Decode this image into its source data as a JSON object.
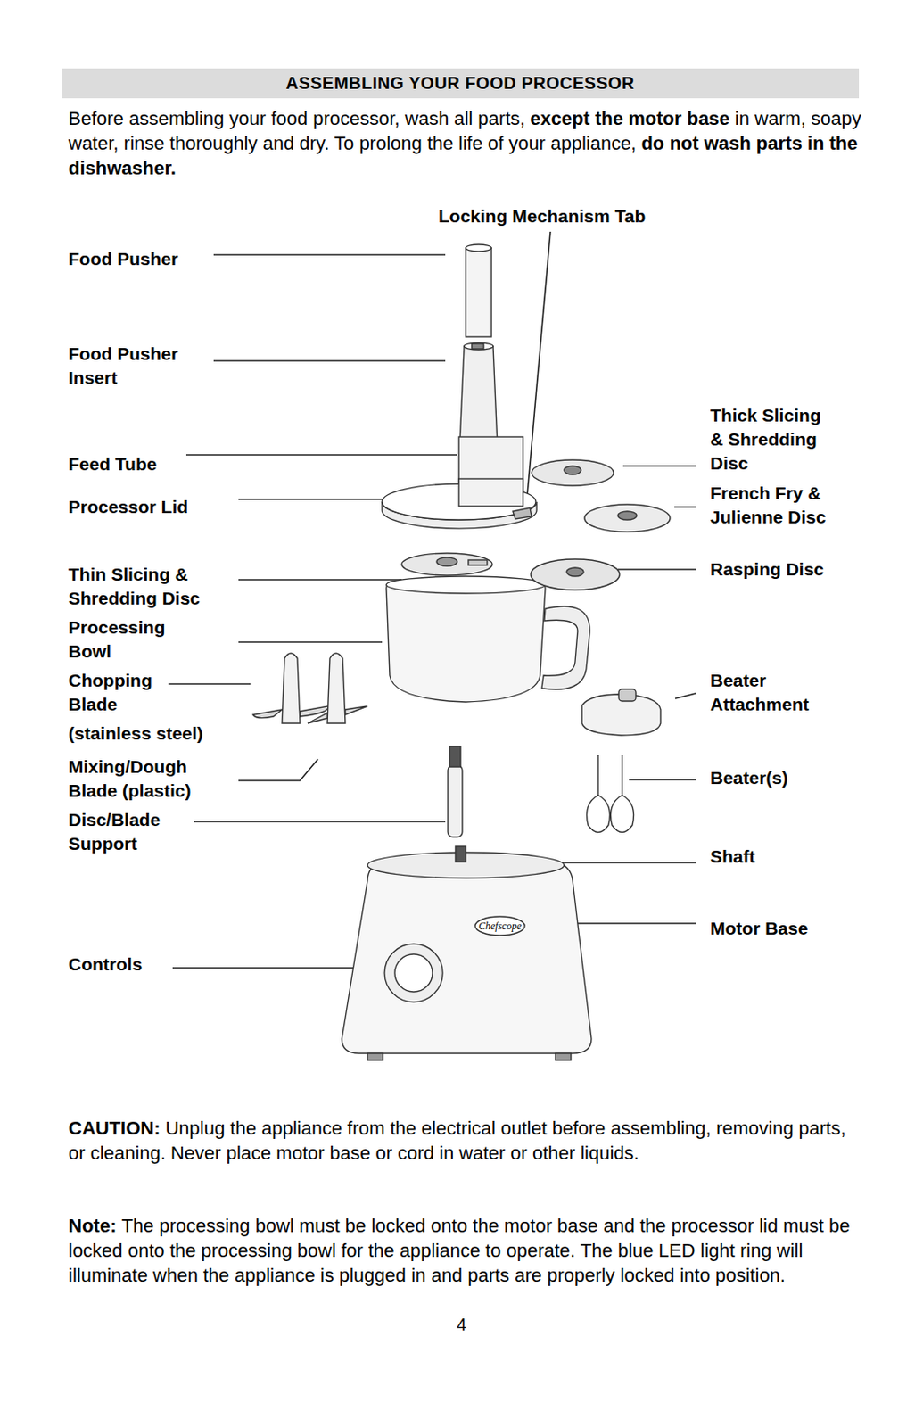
{
  "diagram": {
    "title": "ASSEMBLING YOUR FOOD PROCESSOR",
    "labels": [
      "Before assembling your food processor, wash all parts,",
      "except the motor base",
      "in warm, soapy water, rinse thoroughly and dry.  To prolong the life of your appliance,",
      "do not wash parts in the dishwasher.",
      "Locking Mechanism Tab",
      "Food Pusher",
      "Food Pusher Insert",
      "Feed Tube",
      "Processor Lid",
      "Thin Slicing & Shredding Disc",
      "Processing Bowl",
      "Chopping Blade",
      "(stainless steel)",
      "Mixing/Dough Blade (plastic)",
      "Disc/Blade Support",
      "Controls",
      "Thick Slicing & Shredding Disc",
      "French Fry & Julienne Disc",
      "Rasping Disc",
      "Beater Attachment",
      "Beater(s)",
      "Shaft",
      "Motor Base",
      "CAUTION:",
      "Unplug the appliance from the electrical outlet before assembling, removing parts, or cleaning.  Never place motor base or cord in water or other liquids.",
      "Note:",
      "The processing bowl must be locked onto the motor base and the processor lid must be locked onto the processing bowl for the appliance to operate.  The blue LED light ring will illuminate when the appliance is plugged in and parts are properly locked into position.",
      "4",
      "Chefscope"
    ]
  }
}
